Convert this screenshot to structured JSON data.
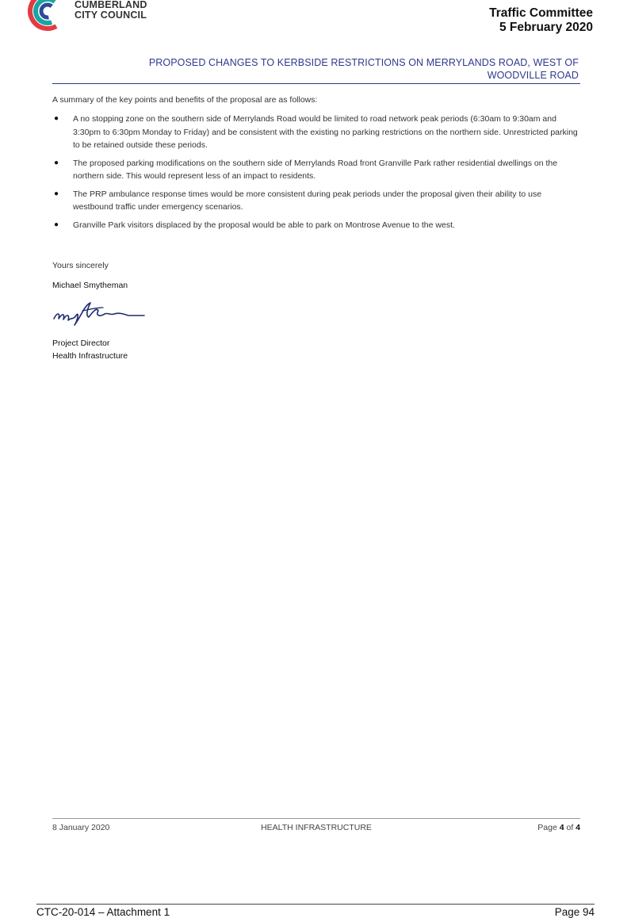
{
  "header": {
    "logo_line1": "CUMBERLAND",
    "logo_line2": "CITY COUNCIL",
    "committee": "Traffic Committee",
    "meeting_date": "5 February 2020"
  },
  "document": {
    "title_line1": "PROPOSED CHANGES TO KERBSIDE RESTRICTIONS ON MERRYLANDS ROAD, WEST OF",
    "title_line2": "WOODVILLE ROAD",
    "intro": "A summary of the key points and benefits of the proposal are as follows:",
    "bullets": [
      "A no stopping zone on the southern side of Merrylands Road would be limited to road network peak periods (6:30am to 9:30am and 3:30pm to 6:30pm Monday to Friday) and be consistent with the existing no parking restrictions on the northern side. Unrestricted parking to be retained outside these periods.",
      "The proposed parking modifications on the southern side of Merrylands Road front Granville Park rather residential dwellings on the northern side. This would represent less of an impact to residents.",
      "The PRP ambulance response times would be more consistent during peak periods under the proposal given their ability to use westbound traffic under emergency scenarios.",
      "Granville Park visitors displaced by the proposal would be able to park on Montrose Avenue to the west."
    ],
    "closing": "Yours sincerely",
    "signer_name": "Michael Smytheman",
    "signer_role": "Project Director",
    "signer_org": "Health Infrastructure"
  },
  "footer": {
    "date": "8 January 2020",
    "org": "HEALTH INFRASTRUCTURE",
    "page_prefix": "Page ",
    "page_num": "4",
    "page_mid": " of ",
    "page_total": "4"
  },
  "bottom": {
    "reference": "CTC-20-014 – Attachment 1",
    "page": "Page 94"
  },
  "colors": {
    "title_blue": "#2e3a8c",
    "logo_red": "#e23b44",
    "logo_teal": "#1aa6a0",
    "logo_blue": "#2b4b9b"
  }
}
